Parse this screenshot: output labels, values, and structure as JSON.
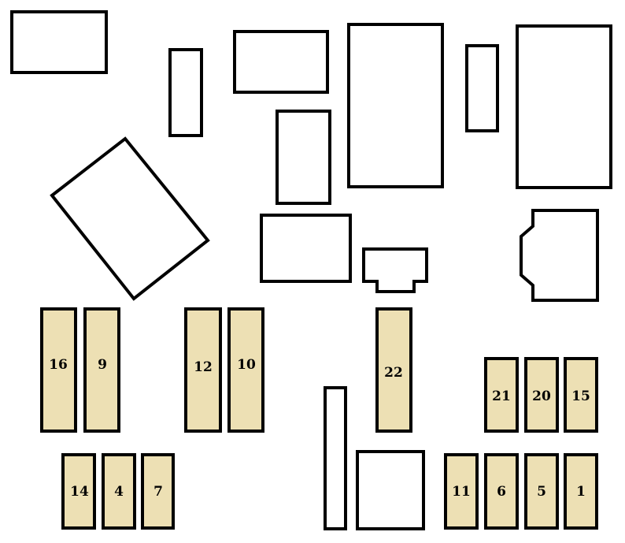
{
  "colors": {
    "fuse_fill": "#ede0b4",
    "outline": "#000000",
    "background": "#ffffff"
  },
  "fuses": [
    {
      "id": "16",
      "label": "16"
    },
    {
      "id": "9",
      "label": "9"
    },
    {
      "id": "12",
      "label": "12"
    },
    {
      "id": "10",
      "label": "10"
    },
    {
      "id": "22",
      "label": "22"
    },
    {
      "id": "21",
      "label": "21"
    },
    {
      "id": "20",
      "label": "20"
    },
    {
      "id": "15",
      "label": "15"
    },
    {
      "id": "14",
      "label": "14"
    },
    {
      "id": "4",
      "label": "4"
    },
    {
      "id": "7",
      "label": "7"
    },
    {
      "id": "11",
      "label": "11"
    },
    {
      "id": "6",
      "label": "6"
    },
    {
      "id": "5",
      "label": "5"
    },
    {
      "id": "1",
      "label": "1"
    }
  ]
}
